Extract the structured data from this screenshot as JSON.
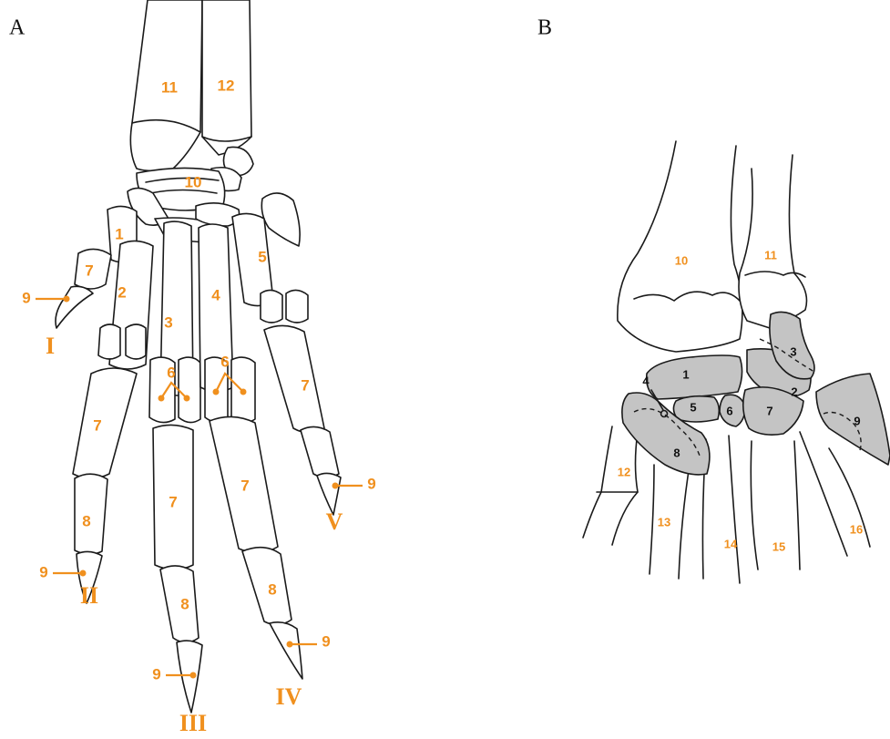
{
  "panel_a": {
    "title": "A",
    "labels": {
      "l1": "1",
      "l2": "2",
      "l3": "3",
      "l4": "4",
      "l5": "5",
      "l6a": "6",
      "l6b": "6",
      "l7a": "7",
      "l7b": "7",
      "l7c": "7",
      "l7d": "7",
      "l7e": "7",
      "l8a": "8",
      "l8b": "8",
      "l8c": "8",
      "l9a": "9",
      "l9b": "9",
      "l9c": "9",
      "l9d": "9",
      "l9e": "9",
      "l10": "10",
      "l11": "11",
      "l12": "12"
    },
    "digits": {
      "d1": "I",
      "d2": "II",
      "d3": "III",
      "d4": "IV",
      "d5": "V"
    },
    "label_color": "#f0901e"
  },
  "panel_b": {
    "title": "B",
    "carpal_labels": {
      "c1": "1",
      "c2": "2",
      "c3": "3",
      "c4": "4",
      "c5": "5",
      "c6": "6",
      "c7": "7",
      "c8": "8",
      "c9": "9"
    },
    "bone_labels": {
      "b10": "10",
      "b11": "11",
      "b12": "12",
      "b13": "13",
      "b14": "14",
      "b15": "15",
      "b16": "16"
    },
    "carpal_fill": "#c4c4c4"
  }
}
